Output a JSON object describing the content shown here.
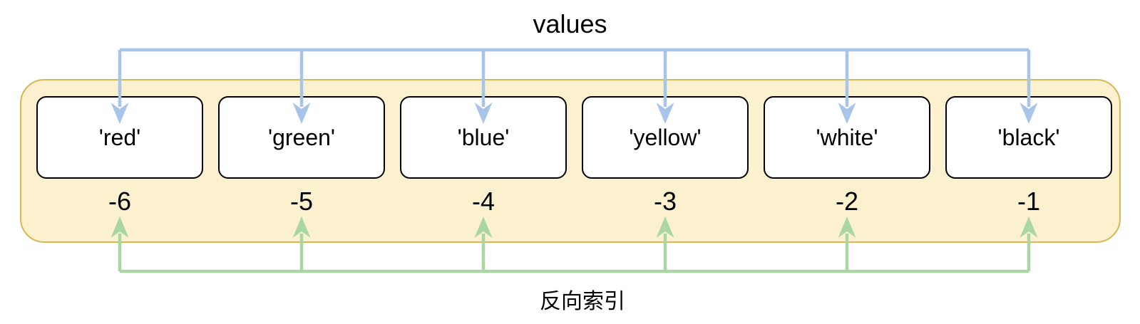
{
  "diagram": {
    "title": "values",
    "bottom_label": "反向索引"
  },
  "cells": [
    {
      "value": "'red'",
      "index": "-6"
    },
    {
      "value": "'green'",
      "index": "-5"
    },
    {
      "value": "'blue'",
      "index": "-4"
    },
    {
      "value": "'yellow'",
      "index": "-3"
    },
    {
      "value": "'white'",
      "index": "-2"
    },
    {
      "value": "'black'",
      "index": "-1"
    }
  ],
  "colors": {
    "container_fill": "#FCF1CE",
    "container_border": "#D6B656",
    "box_fill": "#FFFFFF",
    "box_border": "#000000",
    "values_arrow": "#A8C4E9",
    "reverse_arrow": "#A9D6A1",
    "text": "#000000"
  }
}
